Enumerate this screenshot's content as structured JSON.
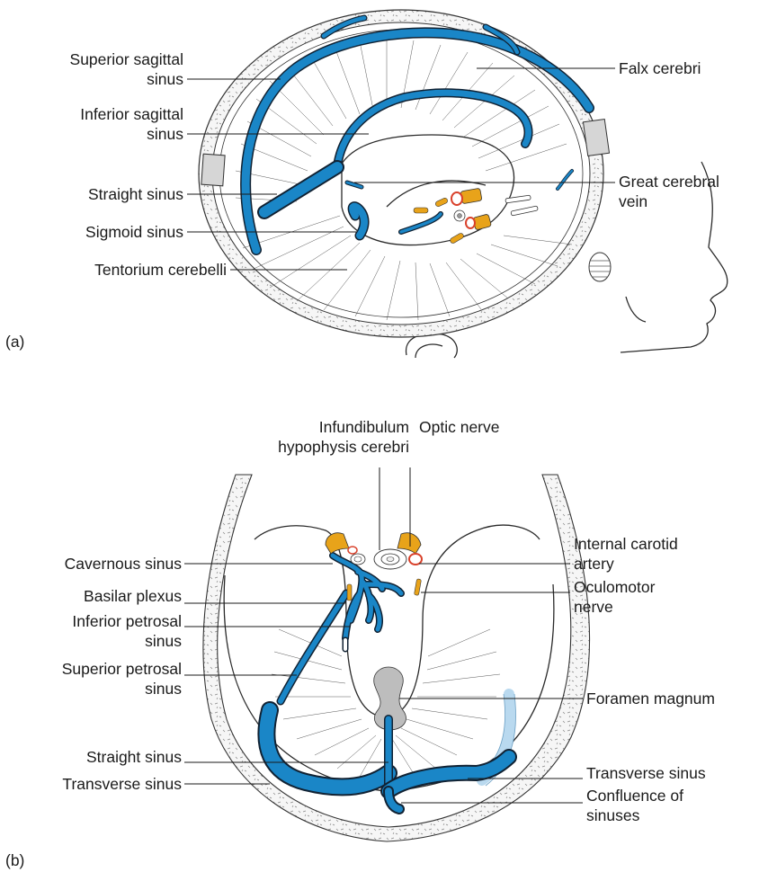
{
  "colors": {
    "sinus": "#1a86c7",
    "nerve": "#e8a31a",
    "artery": "#d9412b",
    "bone": "#f4f4f4",
    "grey_structure": "#bdbdbd",
    "faded_sinus": "#b9d9ef"
  },
  "panel_a": {
    "tag": "(a)",
    "labels": {
      "superior_sagittal_1": "Superior sagittal",
      "superior_sagittal_2": "sinus",
      "inferior_sagittal_1": "Inferior sagittal",
      "inferior_sagittal_2": "sinus",
      "straight_sinus": "Straight sinus",
      "sigmoid_sinus": "Sigmoid sinus",
      "tentorium": "Tentorium cerebelli",
      "falx": "Falx cerebri",
      "great_vein_1": "Great cerebral",
      "great_vein_2": "vein"
    }
  },
  "panel_b": {
    "tag": "(b)",
    "labels": {
      "infundibulum_1": "Infundibulum",
      "infundibulum_2": "hypophysis cerebri",
      "optic_nerve": "Optic nerve",
      "cavernous": "Cavernous sinus",
      "basilar": "Basilar plexus",
      "inf_petrosal_1": "Inferior petrosal",
      "inf_petrosal_2": "sinus",
      "sup_petrosal_1": "Superior petrosal",
      "sup_petrosal_2": "sinus",
      "straight_sinus": "Straight sinus",
      "transverse_left": "Transverse sinus",
      "internal_carotid_1": "Internal carotid",
      "internal_carotid_2": "artery",
      "oculomotor_1": "Oculomotor",
      "oculomotor_2": "nerve",
      "foramen_magnum": "Foramen magnum",
      "transverse_right": "Transverse sinus",
      "confluence_1": "Confluence of",
      "confluence_2": "sinuses"
    }
  }
}
